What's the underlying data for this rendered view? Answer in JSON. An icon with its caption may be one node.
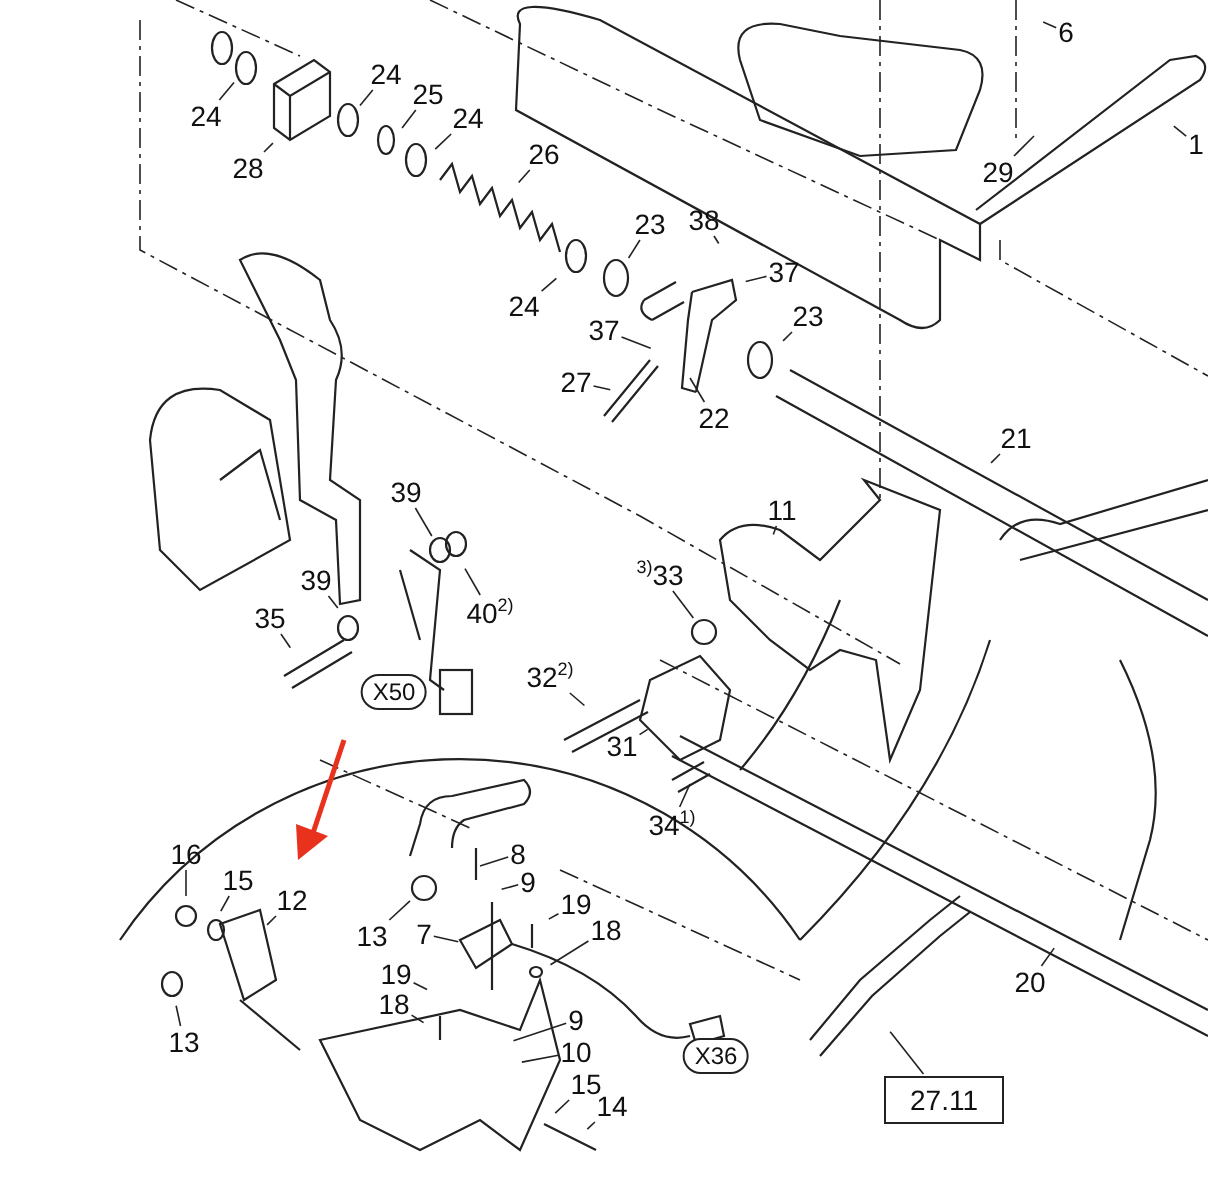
{
  "diagram": {
    "nodes": [
      {
        "text": [
          "6"
        ]
      },
      {
        "text": [
          "24"
        ]
      },
      {
        "text": [
          "24"
        ]
      },
      {
        "text": [
          "25"
        ]
      },
      {
        "text": [
          "24"
        ]
      },
      {
        "text": [
          "1"
        ]
      },
      {
        "text": [
          "28"
        ]
      },
      {
        "text": [
          "29"
        ]
      },
      {
        "text": [
          "26"
        ]
      },
      {
        "text": [
          "38"
        ]
      },
      {
        "text": [
          "23"
        ]
      },
      {
        "text": [
          "37"
        ]
      },
      {
        "text": [
          "24"
        ]
      },
      {
        "text": [
          "23"
        ]
      },
      {
        "text": [
          "37"
        ]
      },
      {
        "text": [
          "27"
        ]
      },
      {
        "text": [
          "22"
        ]
      },
      {
        "text": [
          "21"
        ]
      },
      {
        "text": [
          "39"
        ]
      },
      {
        "text": [
          "11"
        ]
      },
      {
        "text": [
          "$^{3)}$33"
        ]
      },
      {
        "text": [
          "39"
        ]
      },
      {
        "text": [
          "40$^{2)}$"
        ]
      },
      {
        "text": [
          "35"
        ]
      },
      {
        "text": [
          "32$^{2)}$"
        ]
      },
      {
        "text": [
          "X50"
        ]
      },
      {
        "text": [
          "31"
        ]
      },
      {
        "text": [
          "34$^{1)}$"
        ]
      },
      {
        "text": [
          "16"
        ]
      },
      {
        "text": [
          "8"
        ]
      },
      {
        "text": [
          "15"
        ]
      },
      {
        "text": [
          "9"
        ]
      },
      {
        "text": [
          "19"
        ]
      },
      {
        "text": [
          "12"
        ]
      },
      {
        "text": [
          "13"
        ]
      },
      {
        "text": [
          "18"
        ]
      },
      {
        "text": [
          "7"
        ]
      },
      {
        "text": [
          "19"
        ]
      },
      {
        "text": [
          "20"
        ]
      },
      {
        "text": [
          "13"
        ]
      },
      {
        "text": [
          "18"
        ]
      },
      {
        "text": [
          "9"
        ]
      },
      {
        "text": [
          "10"
        ]
      },
      {
        "text": [
          "X36"
        ]
      },
      {
        "text": [
          "15"
        ]
      },
      {
        "text": [
          "27.11"
        ]
      },
      {
        "text": [
          "14"
        ]
      },
      {
        "text": [],
        "shape": "circle"
      },
      {
        "text": [],
        "shape": "circle"
      },
      {
        "text": [],
        "shape": "circle"
      },
      {
        "text": [],
        "shape": "circle"
      },
      {
        "text": [],
        "shape": "circle"
      },
      {
        "text": [],
        "shape": "circle"
      }
    ],
    "edges": [
      {
        "from": 0,
        "to": null,
        "arrow": "none"
      },
      {
        "from": 1,
        "to": 47,
        "arrow": "none"
      },
      {
        "from": 2,
        "to": 48,
        "arrow": "none"
      },
      {
        "from": 3,
        "to": null,
        "arrow": "none"
      },
      {
        "from": 4,
        "to": null,
        "arrow": "none"
      },
      {
        "from": 5,
        "to": null,
        "arrow": "none"
      },
      {
        "from": 6,
        "to": null,
        "arrow": "none"
      },
      {
        "from": 7,
        "to": null,
        "arrow": "none"
      },
      {
        "from": 8,
        "to": null,
        "arrow": "none"
      },
      {
        "from": 9,
        "to": null,
        "arrow": "none"
      },
      {
        "from": 10,
        "to": 49,
        "arrow": "none"
      },
      {
        "from": 11,
        "to": null,
        "arrow": "none"
      },
      {
        "from": 12,
        "to": null,
        "arrow": "none"
      },
      {
        "from": 13,
        "to": null,
        "arrow": "none"
      },
      {
        "from": 14,
        "to": null,
        "arrow": "none"
      },
      {
        "from": 15,
        "to": null,
        "arrow": "none"
      },
      {
        "from": 16,
        "to": null,
        "arrow": "none"
      },
      {
        "from": 17,
        "to": null,
        "arrow": "none"
      },
      {
        "from": 18,
        "to": 50,
        "arrow": "none"
      },
      {
        "from": 19,
        "to": null,
        "arrow": "none"
      },
      {
        "from": 20,
        "to": 51,
        "arrow": "none"
      },
      {
        "from": 21,
        "to": null,
        "arrow": "none"
      },
      {
        "from": 22,
        "to": null,
        "arrow": "none"
      },
      {
        "from": 23,
        "to": null,
        "arrow": "none"
      },
      {
        "from": 24,
        "to": null,
        "arrow": "none"
      },
      {
        "from": 26,
        "to": null,
        "arrow": "none"
      },
      {
        "from": 27,
        "to": null,
        "arrow": "none"
      },
      {
        "from": 28,
        "to": null,
        "arrow": "none"
      },
      {
        "from": 29,
        "to": null,
        "arrow": "none"
      },
      {
        "from": 30,
        "to": null,
        "arrow": "none"
      },
      {
        "from": 31,
        "to": null,
        "arrow": "none"
      },
      {
        "from": 32,
        "to": null,
        "arrow": "none"
      },
      {
        "from": 33,
        "to": null,
        "arrow": "none"
      },
      {
        "from": 34,
        "to": 52,
        "arrow": "none"
      },
      {
        "from": 35,
        "to": null,
        "arrow": "none"
      },
      {
        "from": 36,
        "to": null,
        "arrow": "none"
      },
      {
        "from": 37,
        "to": null,
        "arrow": "none"
      },
      {
        "from": 38,
        "to": null,
        "arrow": "none"
      },
      {
        "from": 39,
        "to": null,
        "arrow": "none"
      },
      {
        "from": 40,
        "to": null,
        "arrow": "none"
      },
      {
        "from": 41,
        "to": null,
        "arrow": "none"
      },
      {
        "from": 42,
        "to": null,
        "arrow": "none"
      },
      {
        "from": 44,
        "to": null,
        "arrow": "none"
      },
      {
        "from": 45,
        "to": null,
        "arrow": "none"
      },
      {
        "from": 46,
        "to": null,
        "arrow": "none"
      }
    ]
  }
}
